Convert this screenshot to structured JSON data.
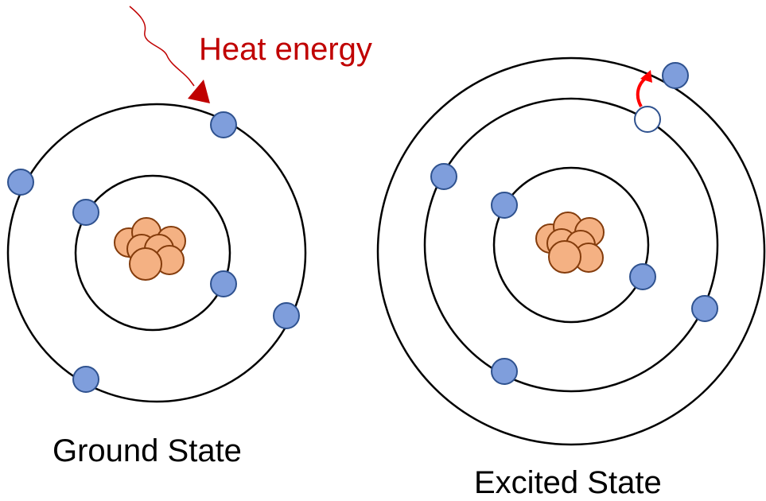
{
  "labels": {
    "heat": "Heat energy",
    "ground": "Ground State",
    "excited": "Excited State"
  },
  "colors": {
    "electron": "#7f9edc",
    "nucleon": "#f4b183",
    "heat_arrow": "#c00000",
    "jump_arrow": "#ff0000"
  }
}
